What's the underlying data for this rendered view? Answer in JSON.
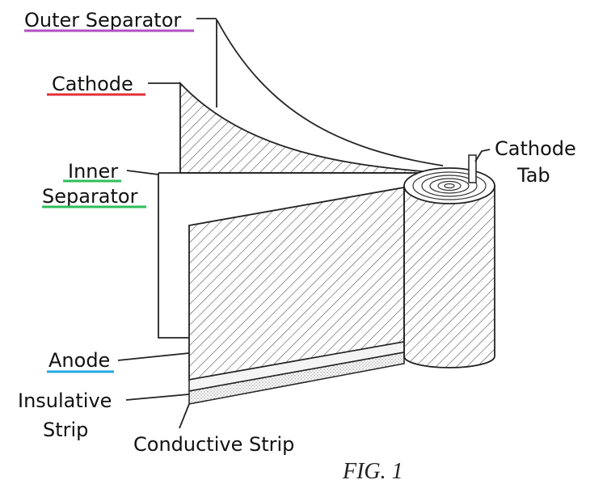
{
  "figure_caption": "FIG. 1",
  "labels": {
    "outer_separator": "Outer Separator",
    "cathode": "Cathode",
    "inner_separator_line1": "Inner",
    "inner_separator_line2": "Separator",
    "cathode_tab_line1": "Cathode",
    "cathode_tab_line2": "Tab",
    "anode": "Anode",
    "insulative_strip_line1": "Insulative",
    "insulative_strip_line2": "Strip",
    "conductive_strip": "Conductive Strip"
  },
  "colors": {
    "outer_separator_underline": "#b04fc0",
    "cathode_underline": "#e0303a",
    "inner_separator_underline": "#2dbf5a",
    "anode_underline": "#27a9e0",
    "ink": "#222222"
  }
}
